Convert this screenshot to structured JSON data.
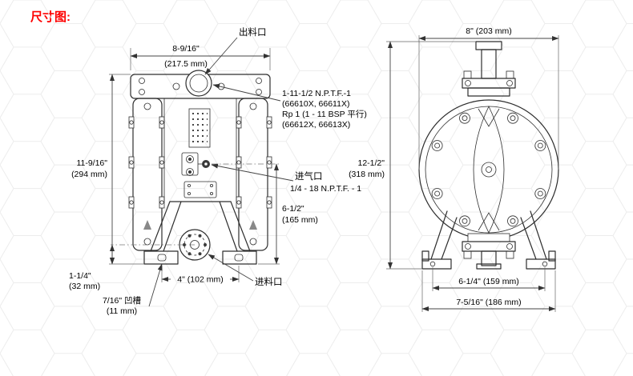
{
  "title": "尺寸图:",
  "front": {
    "labels": {
      "outlet": "出料口",
      "inlet": "进料口",
      "air_inlet": "进气口",
      "air_inlet_spec": "1/4 - 18 N.P.T.F. - 1",
      "npt1": "1-11-1/2 N.P.T.F.-1",
      "npt2": "(66610X, 66611X)",
      "npt3": "Rp 1 (1 - 11 BSP 平行)",
      "npt4": "(66612X, 66613X)",
      "groove1": "7/16\" 凹槽",
      "groove2": "(11 mm)"
    },
    "dims": {
      "width_in": "8-9/16\"",
      "width_mm": "(217.5 mm)",
      "height_in": "11-9/16\"",
      "height_mm": "(294 mm)",
      "inlet_height_in": "1-1/4\"",
      "inlet_height_mm": "(32 mm)",
      "foot_spacing": "4\" (102 mm)",
      "air_height_in": "6-1/2\"",
      "air_height_mm": "(165 mm)"
    }
  },
  "side": {
    "dims": {
      "width": "8\" (203 mm)",
      "height_in": "12-1/2\"",
      "height_mm": "(318 mm)",
      "hole_span": "6-1/4\" (159 mm)",
      "foot_span": "7-5/16\" (186 mm)"
    }
  }
}
